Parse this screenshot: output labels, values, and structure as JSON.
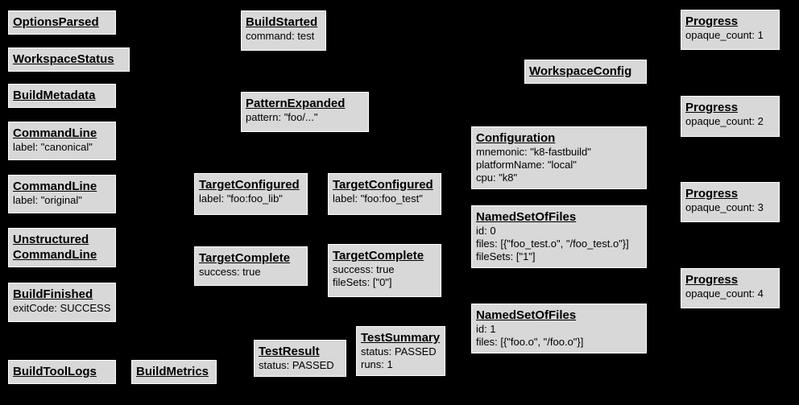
{
  "diagram": {
    "background_color": "#000000",
    "node_fill_color": "#d8d8d8",
    "node_border_color": "#ffffff",
    "node_text_color": "#000000"
  },
  "boxes": {
    "options_parsed": {
      "title": "OptionsParsed"
    },
    "workspace_status": {
      "title": "WorkspaceStatus"
    },
    "build_metadata": {
      "title": "BuildMetadata"
    },
    "command_line_canonical": {
      "title": "CommandLine",
      "lines": [
        "label: \"canonical\""
      ]
    },
    "command_line_original": {
      "title": "CommandLine",
      "lines": [
        "label: \"original\""
      ]
    },
    "unstructured_command_line": {
      "title": "Unstructured",
      "title2": "CommandLine"
    },
    "build_finished": {
      "title": "BuildFinished",
      "lines": [
        "exitCode: SUCCESS"
      ]
    },
    "build_tool_logs": {
      "title": "BuildToolLogs"
    },
    "build_metrics": {
      "title": "BuildMetrics"
    },
    "build_started": {
      "title": "BuildStarted",
      "lines": [
        "command: test"
      ]
    },
    "pattern_expanded": {
      "title": "PatternExpanded",
      "lines": [
        "pattern: \"foo/...\""
      ]
    },
    "target_configured_lib": {
      "title": "TargetConfigured",
      "lines": [
        "label: \"foo:foo_lib\""
      ]
    },
    "target_configured_test": {
      "title": "TargetConfigured",
      "lines": [
        "label: \"foo:foo_test\""
      ]
    },
    "target_complete_lib": {
      "title": "TargetComplete",
      "lines": [
        "success: true"
      ]
    },
    "target_complete_test": {
      "title": "TargetComplete",
      "lines": [
        "success: true",
        "fileSets: [\"0\"]"
      ]
    },
    "test_result": {
      "title": "TestResult",
      "lines": [
        "status: PASSED"
      ]
    },
    "test_summary": {
      "title": "TestSummary",
      "lines": [
        "status: PASSED",
        "runs: 1"
      ]
    },
    "workspace_config": {
      "title": "WorkspaceConfig"
    },
    "configuration": {
      "title": "Configuration",
      "lines": [
        "mnemonic: \"k8-fastbuild\"",
        "platformName: \"local\"",
        "cpu: \"k8\""
      ]
    },
    "named_set_of_files_0": {
      "title": "NamedSetOfFiles",
      "lines": [
        "id: 0",
        "files: [{\"foo_test.o\", \"/foo_test.o\"}]",
        "fileSets: [\"1\"]"
      ]
    },
    "named_set_of_files_1": {
      "title": "NamedSetOfFiles",
      "lines": [
        "id: 1",
        "files: [{\"foo.o\", \"/foo.o\"}]"
      ]
    },
    "progress_1": {
      "title": "Progress",
      "lines": [
        "opaque_count: 1"
      ]
    },
    "progress_2": {
      "title": "Progress",
      "lines": [
        "opaque_count: 2"
      ]
    },
    "progress_3": {
      "title": "Progress",
      "lines": [
        "opaque_count: 3"
      ]
    },
    "progress_4": {
      "title": "Progress",
      "lines": [
        "opaque_count: 4"
      ]
    }
  }
}
